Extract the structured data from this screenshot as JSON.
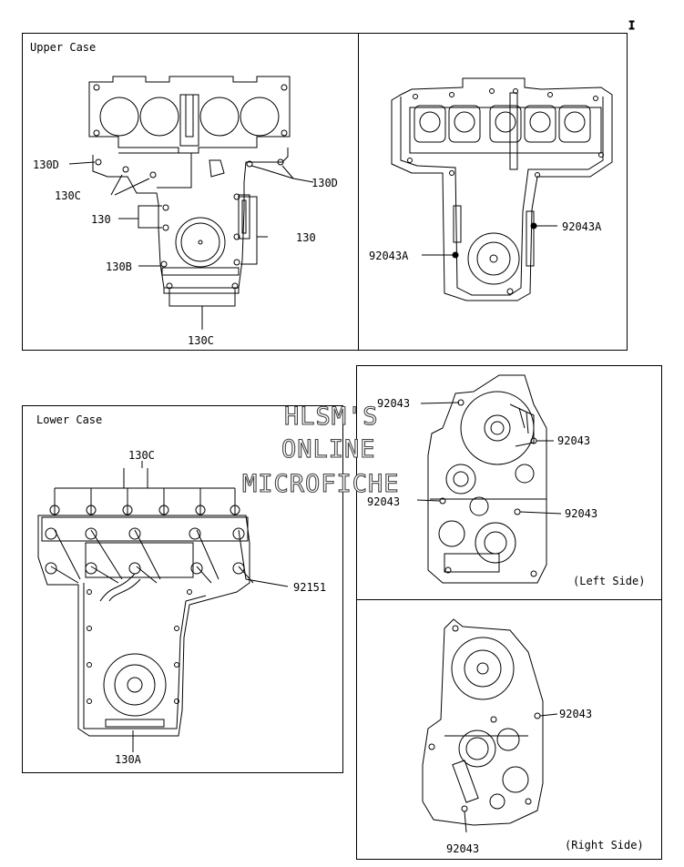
{
  "corner_mark": "I",
  "upper_case": {
    "title": "Upper Case",
    "labels": {
      "l130D_left": "130D",
      "l130D_right": "130D",
      "l130C_top": "130C",
      "l130_left": "130",
      "l130_right": "130",
      "l130B": "130B",
      "l130C_bottom": "130C"
    }
  },
  "upper_case_bottom": {
    "labels": {
      "l92043A_left": "92043A",
      "l92043A_right": "92043A"
    }
  },
  "lower_case": {
    "title": "Lower Case",
    "labels": {
      "l130C": "130C",
      "l92151": "92151",
      "l130A": "130A"
    }
  },
  "left_side": {
    "caption": "(Left Side)",
    "labels": {
      "l92043_top": "92043",
      "l92043_right_top": "92043",
      "l92043_left_mid": "92043",
      "l92043_right_mid": "92043"
    }
  },
  "right_side": {
    "caption": "(Right Side)",
    "labels": {
      "l92043_right": "92043",
      "l92043_bottom": "92043"
    }
  },
  "watermark": {
    "line1": "HLSM'S",
    "line2": "ONLINE",
    "line3": "MICROFICHE"
  }
}
